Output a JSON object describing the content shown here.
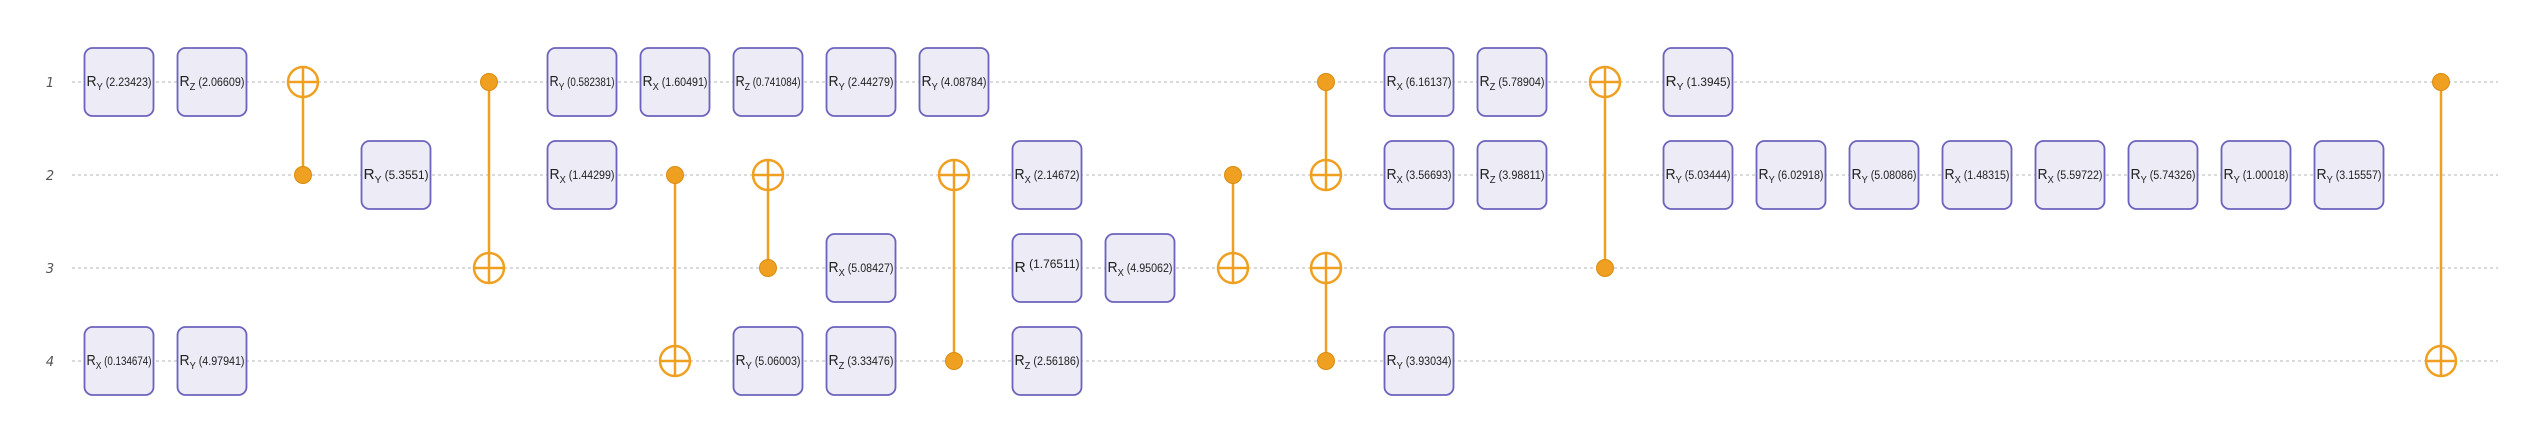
{
  "qubits": [
    "1",
    "2",
    "3",
    "4"
  ],
  "colors": {
    "gate_fill": "#ecebf6",
    "gate_stroke": "#6b63bd",
    "cnot": "#f0a020",
    "wire": "#c4c4c4"
  },
  "columns": [
    {
      "gates": [
        {
          "q": 1,
          "axis": "Y",
          "param": "(2.23423)"
        },
        {
          "q": 4,
          "axis": "X",
          "param": "(0.134674)"
        }
      ]
    },
    {
      "gates": [
        {
          "q": 1,
          "axis": "Z",
          "param": "(2.06609)"
        },
        {
          "q": 4,
          "axis": "Y",
          "param": "(4.97941)"
        }
      ]
    },
    {
      "cnots": [
        {
          "control": 2,
          "target": 1
        }
      ]
    },
    {
      "gates": [
        {
          "q": 2,
          "axis": "Y",
          "param": "(5.3551)"
        }
      ]
    },
    {
      "cnots": [
        {
          "control": 1,
          "target": 3
        }
      ]
    },
    {
      "gates": [
        {
          "q": 1,
          "axis": "Y",
          "param": "(0.582381)"
        },
        {
          "q": 2,
          "axis": "X",
          "param": "(1.44299)"
        }
      ]
    },
    {
      "gates": [
        {
          "q": 1,
          "axis": "X",
          "param": "(1.60491)"
        }
      ],
      "cnots": [
        {
          "control": 2,
          "target": 4
        }
      ]
    },
    {
      "gates": [
        {
          "q": 1,
          "axis": "Z",
          "param": "(0.741084)"
        },
        {
          "q": 4,
          "axis": "Y",
          "param": "(5.06003)"
        }
      ],
      "cnots": [
        {
          "control": 3,
          "target": 2
        }
      ]
    },
    {
      "gates": [
        {
          "q": 1,
          "axis": "Y",
          "param": "(2.44279)"
        },
        {
          "q": 3,
          "axis": "X",
          "param": "(5.08427)"
        },
        {
          "q": 4,
          "axis": "Z",
          "param": "(3.33476)"
        }
      ]
    },
    {
      "gates": [
        {
          "q": 1,
          "axis": "Y",
          "param": "(4.08784)"
        }
      ],
      "cnots": [
        {
          "control": 4,
          "target": 2
        }
      ]
    },
    {
      "gates": [
        {
          "q": 2,
          "axis": "X",
          "param": "(2.14672)"
        },
        {
          "q": 3,
          "axis": "",
          "param": "(1.76511)"
        },
        {
          "q": 4,
          "axis": "Z",
          "param": "(2.56186)"
        }
      ]
    },
    {
      "gates": [
        {
          "q": 3,
          "axis": "X",
          "param": "(4.95062)"
        }
      ]
    },
    {
      "cnots": [
        {
          "control": 2,
          "target": 3
        }
      ]
    },
    {
      "cnots": [
        {
          "control": 1,
          "target": 2
        },
        {
          "control": 4,
          "target": 3
        }
      ]
    },
    {
      "gates": [
        {
          "q": 1,
          "axis": "X",
          "param": "(6.16137)"
        },
        {
          "q": 2,
          "axis": "X",
          "param": "(3.56693)"
        },
        {
          "q": 4,
          "axis": "Y",
          "param": "(3.93034)"
        }
      ]
    },
    {
      "gates": [
        {
          "q": 1,
          "axis": "Z",
          "param": "(5.78904)"
        },
        {
          "q": 2,
          "axis": "Z",
          "param": "(3.98811)"
        }
      ]
    },
    {
      "cnots": [
        {
          "control": 3,
          "target": 1
        }
      ]
    },
    {
      "gates": [
        {
          "q": 1,
          "axis": "Y",
          "param": "(1.3945)"
        },
        {
          "q": 2,
          "axis": "Y",
          "param": "(5.03444)"
        }
      ]
    },
    {
      "gates": [
        {
          "q": 2,
          "axis": "Y",
          "param": "(6.02918)"
        }
      ]
    },
    {
      "gates": [
        {
          "q": 2,
          "axis": "Y",
          "param": "(5.08086)"
        }
      ]
    },
    {
      "gates": [
        {
          "q": 2,
          "axis": "X",
          "param": "(1.48315)"
        }
      ]
    },
    {
      "gates": [
        {
          "q": 2,
          "axis": "X",
          "param": "(5.59722)"
        }
      ]
    },
    {
      "gates": [
        {
          "q": 2,
          "axis": "Y",
          "param": "(5.74326)"
        }
      ]
    },
    {
      "gates": [
        {
          "q": 2,
          "axis": "Y",
          "param": "(1.00018)"
        }
      ]
    },
    {
      "gates": [
        {
          "q": 2,
          "axis": "Y",
          "param": "(3.15557)"
        }
      ]
    },
    {
      "cnots": [
        {
          "control": 1,
          "target": 4
        }
      ]
    }
  ]
}
